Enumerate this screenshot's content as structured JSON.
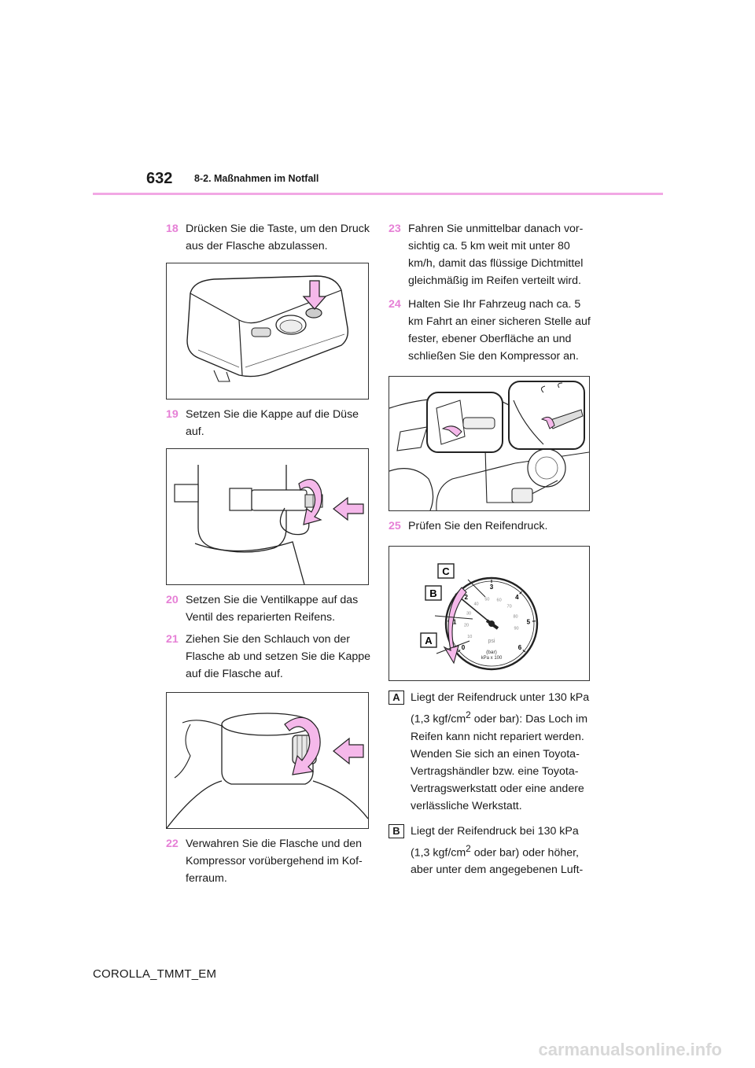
{
  "header": {
    "page_number": "632",
    "section": "8-2. Maßnahmen im Notfall"
  },
  "left": {
    "s18": {
      "num": "18",
      "text": "Drücken Sie die Taste, um den Druck aus der Flasche abzulassen."
    },
    "s19": {
      "num": "19",
      "text": "Setzen Sie die Kappe auf die Düse auf."
    },
    "s20": {
      "num": "20",
      "text": "Setzen Sie die Ventilkappe auf das Ventil des reparierten Reifens."
    },
    "s21": {
      "num": "21",
      "text": "Ziehen Sie den Schlauch von der Flasche ab und setzen Sie die Kappe auf die Flasche auf."
    },
    "s22": {
      "num": "22",
      "text": "Verwahren Sie die Flasche und den Kompressor vorübergehend im Kof-ferraum."
    }
  },
  "right": {
    "s23": {
      "num": "23",
      "text": "Fahren Sie unmittelbar danach vor-sichtig ca. 5 km weit mit unter 80 km/h, damit das flüssige Dichtmittel gleichmäßig im Reifen verteilt wird."
    },
    "s24": {
      "num": "24",
      "text": "Halten Sie Ihr Fahrzeug nach ca. 5 km Fahrt an einer sicheren Stelle auf fester, ebener Oberfläche an und schließen Sie den Kompressor an."
    },
    "s25": {
      "num": "25",
      "text": "Prüfen Sie den Reifendruck."
    },
    "gauge": {
      "label_a": "A",
      "label_b": "B",
      "label_c": "C",
      "bar_ticks": [
        "0",
        "1",
        "2",
        "3",
        "4",
        "5",
        "6"
      ],
      "psi_ticks": [
        "10",
        "20",
        "30",
        "40",
        "50",
        "60",
        "70",
        "80",
        "90"
      ],
      "psi_unit": "psi",
      "unit_line1": "(bar)",
      "unit_line2": "kPa x 100"
    },
    "noteA": {
      "letter": "A",
      "pre": "Liegt der Reifendruck unter 130 kPa (1,3 kgf/cm",
      "sup": "2",
      "post": " oder bar): Das Loch im Reifen kann nicht repariert werden. Wenden Sie sich an einen Toyota-Vertragshändler bzw. eine Toyota-Vertragswerkstatt oder eine andere verlässliche Werkstatt."
    },
    "noteB": {
      "letter": "B",
      "pre": "Liegt der Reifendruck bei 130 kPa (1,3 kgf/cm",
      "sup": "2",
      "post": " oder bar) oder höher, aber unter dem angegebenen Luft-"
    }
  },
  "footer": "COROLLA_TMMT_EM",
  "watermark": "carmanualsonline.info",
  "colors": {
    "accent": "#e680d6",
    "arrow_fill": "#f5b8ea",
    "rule": "#f2a8e4"
  }
}
